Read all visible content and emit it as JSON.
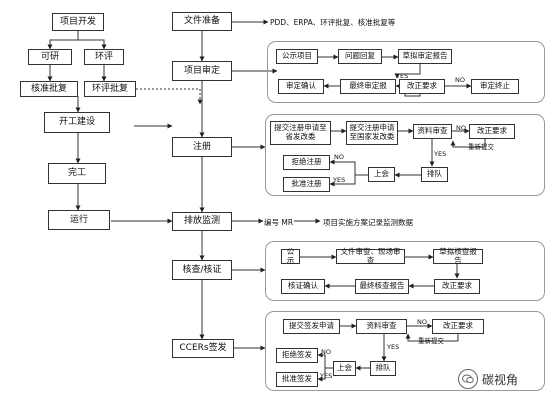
{
  "left": {
    "project_dev": "项目开发",
    "feasibility": "可研",
    "eia": "环评",
    "approval": "核准批复",
    "eia_approval": "环评批复",
    "construction": "开工建设",
    "completion": "完工",
    "operation": "运行"
  },
  "middle": {
    "docs": "文件准备",
    "review": "项目审定",
    "registration": "注册",
    "monitoring": "排放监测",
    "verification": "核查/核证",
    "issuance": "CCERs签发"
  },
  "docs_list": "PDD、ERPA、环评批复、核准批复等",
  "review_panel": {
    "publicize": "公示项目",
    "qa": "问题回复",
    "draft_report": "草拟审定报告",
    "confirm": "审定确认",
    "final_report": "最终审定报",
    "correction": "改正要求",
    "terminate": "审定终止",
    "yes": "YES",
    "no": "NO"
  },
  "reg_panel": {
    "submit_province": "提交注册申请至省发改委",
    "submit_national": "提交注册申请至国家发改委",
    "doc_review": "资料审查",
    "correction": "改正要求",
    "reject": "拒绝注册",
    "approve": "批准注册",
    "meeting": "上会",
    "queue": "排队",
    "resubmit": "重新提交",
    "yes": "YES",
    "no": "NO"
  },
  "monitoring_note": {
    "code_mr": "编号 MR",
    "plan_data": "项目实施方案记录监测数据"
  },
  "ver_panel": {
    "publicize": "公示",
    "doc_site_review": "文件审查、现场审查",
    "draft_report": "草拟核查报告",
    "confirm": "核证确认",
    "final_report": "最终核查报告",
    "correction": "改正要求"
  },
  "iss_panel": {
    "submit": "提交签发申请",
    "doc_review": "资料审查",
    "correction": "改正要求",
    "reject": "拒绝签发",
    "approve": "批准签发",
    "meeting": "上会",
    "queue": "排队",
    "resubmit": "重新提交",
    "yes": "YES",
    "no": "NO"
  },
  "watermark": "碳视角"
}
